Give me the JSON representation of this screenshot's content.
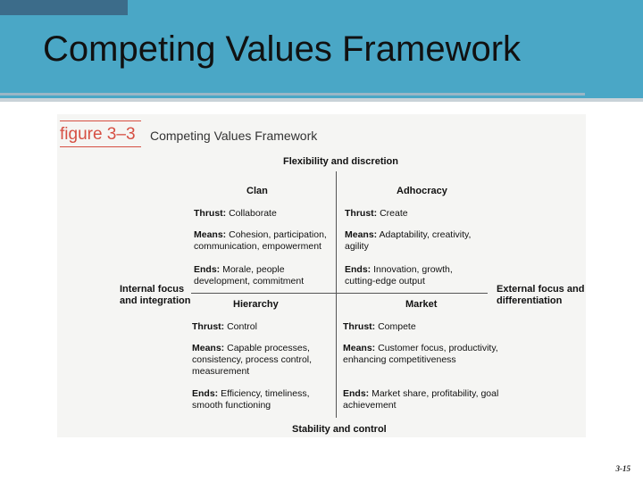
{
  "slide": {
    "title": "Competing Values Framework",
    "page_number": "3-15"
  },
  "figure": {
    "label": "figure 3–3",
    "title": "Competing Values Framework",
    "axes": {
      "top": "Flexibility and discretion",
      "bottom": "Stability and control",
      "left_line1": "Internal focus",
      "left_line2": "and integration",
      "right_line1": "External focus and",
      "right_line2": "differentiation"
    },
    "quadrants": {
      "clan": {
        "heading": "Clan",
        "thrust_label": "Thrust:",
        "thrust": " Collaborate",
        "means_label": "Means:",
        "means_line1": " Cohesion, participation,",
        "means_line2": "communication, empowerment",
        "ends_label": "Ends:",
        "ends_line1": " Morale, people",
        "ends_line2": "development, commitment"
      },
      "adhocracy": {
        "heading": "Adhocracy",
        "thrust_label": "Thrust:",
        "thrust": " Create",
        "means_label": "Means:",
        "means_line1": " Adaptability, creativity,",
        "means_line2": "agility",
        "ends_label": "Ends:",
        "ends_line1": " Innovation, growth,",
        "ends_line2": "cutting-edge output"
      },
      "hierarchy": {
        "heading": "Hierarchy",
        "thrust_label": "Thrust:",
        "thrust": " Control",
        "means_label": "Means:",
        "means_line1": " Capable processes,",
        "means_line2": "consistency, process control,",
        "means_line3": "measurement",
        "ends_label": "Ends:",
        "ends_line1": " Efficiency, timeliness,",
        "ends_line2": "smooth functioning"
      },
      "market": {
        "heading": "Market",
        "thrust_label": "Thrust:",
        "thrust": " Compete",
        "means_label": "Means:",
        "means_line1": " Customer focus, productivity,",
        "means_line2": "enhancing competitiveness",
        "ends_label": "Ends:",
        "ends_line1": " Market share, profitability, goal",
        "ends_line2": "achievement"
      }
    }
  },
  "colors": {
    "header": "#4aa7c6",
    "header_tab": "#3c6c8a",
    "figure_label": "#d64f43",
    "figure_background": "#f5f5f3"
  }
}
